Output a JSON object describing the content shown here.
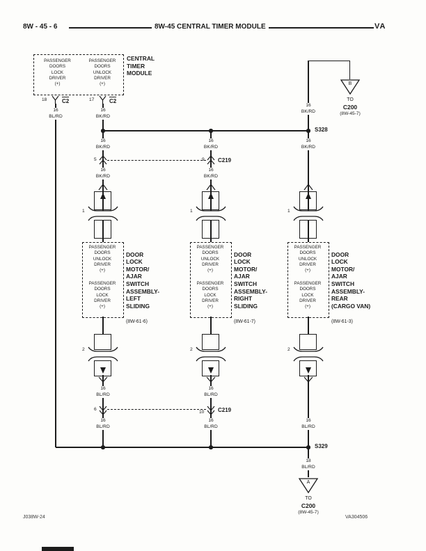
{
  "header": {
    "page_code": "8W - 45 - 6",
    "title": "8W-45 CENTRAL TIMER MODULE",
    "vehicle_code": "VA"
  },
  "blocks": {
    "lock": "PASSENGER\nDOORS\nLOCK\nDRIVER\n(+)",
    "unlock": "PASSENGER\nDOORS\nUNLOCK\nDRIVER\n(+)"
  },
  "ctm": {
    "label": "CENTRAL\nTIMER\nMODULE",
    "left_pin": "18",
    "right_pin": "17",
    "connector": "C2"
  },
  "wires": {
    "bk16": {
      "gauge": "16",
      "color": "BK/RD"
    },
    "bl16": {
      "gauge": "16",
      "color": "BL/RD"
    },
    "bl18": {
      "gauge": "18",
      "color": "BL/RD"
    }
  },
  "splices": {
    "top": "S328",
    "bottom": "S329"
  },
  "c219_top": {
    "label": "C219",
    "left_pin": "5",
    "right_pin": "9"
  },
  "c219_bottom": {
    "label": "C219",
    "left_pin": "6",
    "right_pin": "10"
  },
  "c200_top": {
    "triangle_letter": "B",
    "to": "TO",
    "name": "C200",
    "ref": "(8W-45-7)"
  },
  "c200_bottom": {
    "triangle_letter": "A",
    "to": "TO",
    "name": "C200",
    "ref": "(8W-45-7)"
  },
  "motors": [
    {
      "name": "DOOR\nLOCK\nMOTOR/\nAJAR\nSWITCH\nASSEMBLY-\nLEFT\nSLIDING",
      "ref": "(8W-61-6)",
      "top_pin": "1",
      "bottom_pin": "2"
    },
    {
      "name": "DOOR\nLOCK\nMOTOR/\nAJAR\nSWITCH\nASSEMBLY-\nRIGHT\nSLIDING",
      "ref": "(8W-61-7)",
      "top_pin": "1",
      "bottom_pin": "2"
    },
    {
      "name": "DOOR\nLOCK\nMOTOR/\nAJAR\nSWITCH\nASSEMBLY-\nREAR\n(CARGO VAN)",
      "ref": "(8W-61-3)",
      "top_pin": "1",
      "bottom_pin": "2"
    }
  ],
  "footer": {
    "left_code": "J038W-24",
    "right_code": "VA304506"
  },
  "icons": {
    "splice": "filled-dot",
    "module_terminal": "y-terminal",
    "inline_connector_pin": "double-chevron",
    "component_terminal": "single-chevron",
    "disconnect": "facing-brackets",
    "offpage_connector": "down-triangle"
  },
  "ink_color": "#1c1c1c"
}
